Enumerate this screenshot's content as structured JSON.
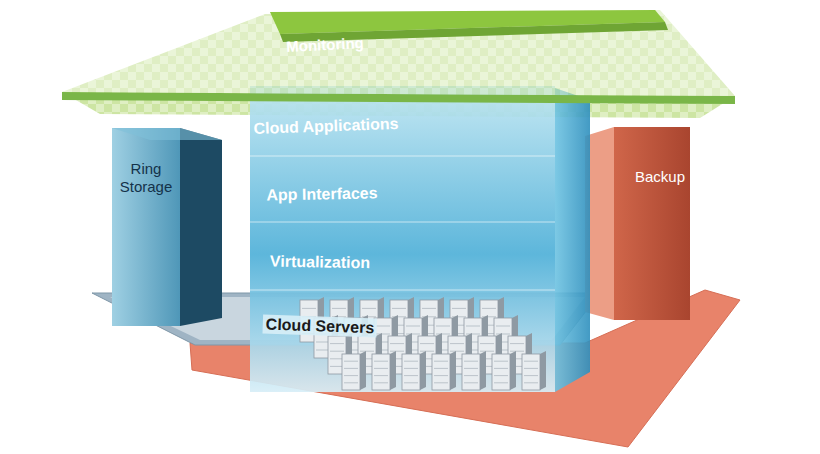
{
  "diagram": {
    "nodes": [
      {
        "text": [
          "Monitoring"
        ]
      },
      {
        "text": [
          "Ring Storage"
        ]
      },
      {
        "text": [
          "Cloud Applications"
        ]
      },
      {
        "text": [
          "App Interfaces"
        ]
      },
      {
        "text": [
          "Virtualization"
        ]
      },
      {
        "text": [
          "Cloud Servers"
        ]
      },
      {
        "text": [
          "Backup"
        ]
      }
    ]
  }
}
